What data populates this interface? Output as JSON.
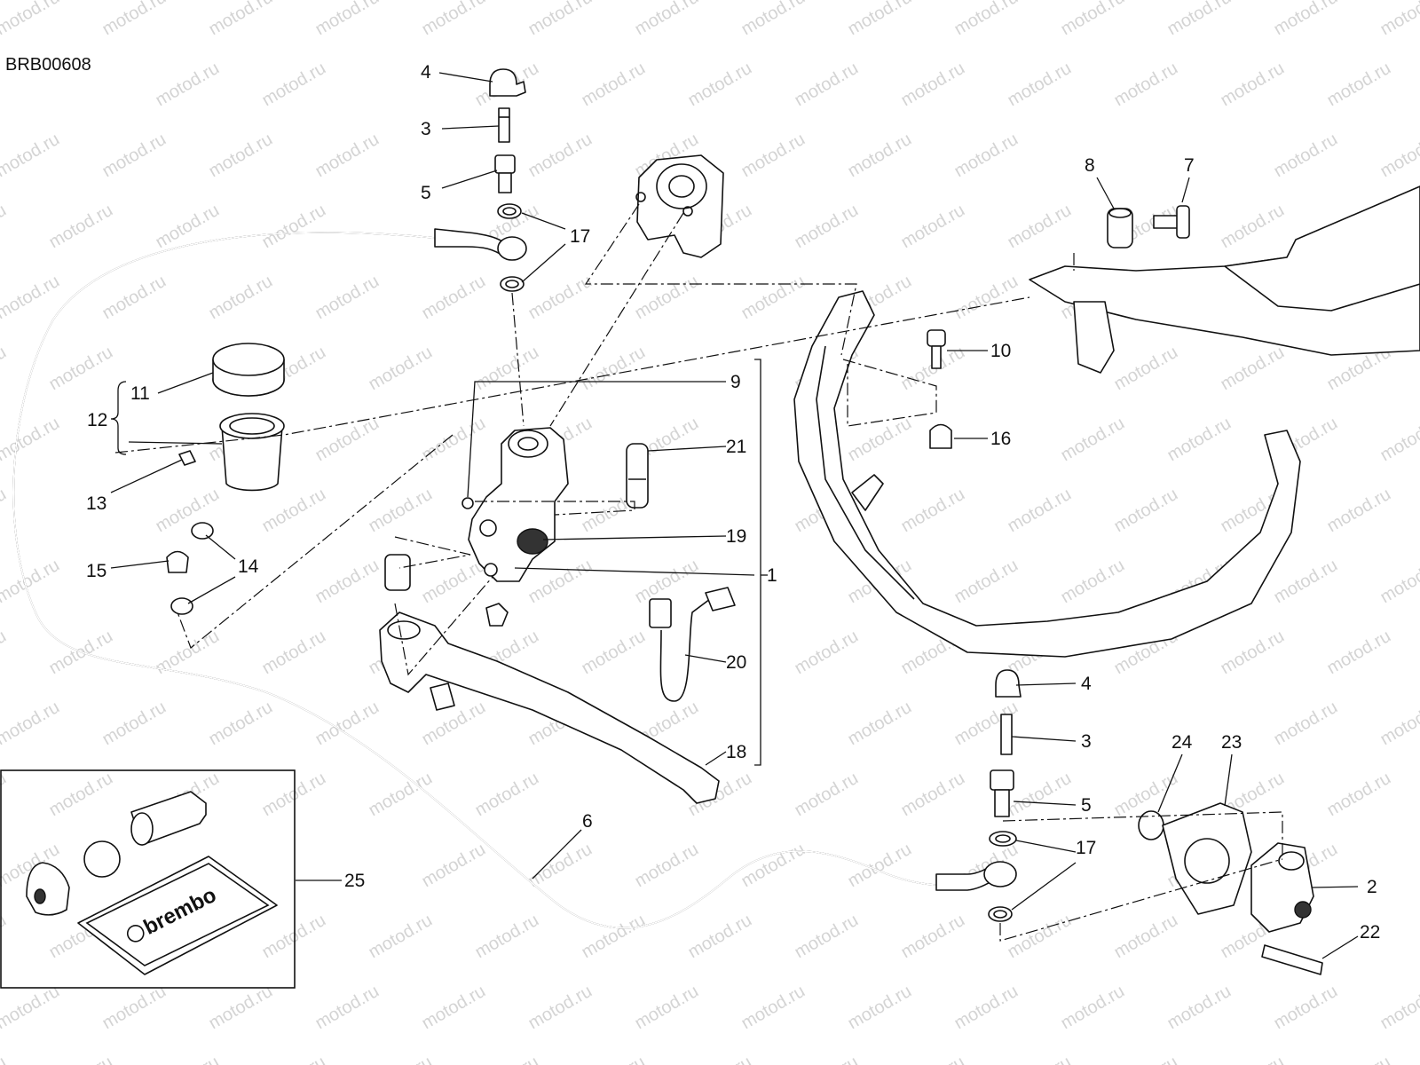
{
  "diagram_code": "BRB00608",
  "watermark": "motod.ru",
  "inset_logo": "brembo",
  "callouts": {
    "c1": "1",
    "c2": "2",
    "c3a": "3",
    "c3b": "3",
    "c4a": "4",
    "c4b": "4",
    "c5a": "5",
    "c5b": "5",
    "c6": "6",
    "c7": "7",
    "c8": "8",
    "c9": "9",
    "c10": "10",
    "c11": "11",
    "c12": "12",
    "c13": "13",
    "c14": "14",
    "c15": "15",
    "c16": "16",
    "c17a": "17",
    "c17b": "17",
    "c18": "18",
    "c19": "19",
    "c20": "20",
    "c21": "21",
    "c22": "22",
    "c23": "23",
    "c24": "24",
    "c25": "25"
  }
}
